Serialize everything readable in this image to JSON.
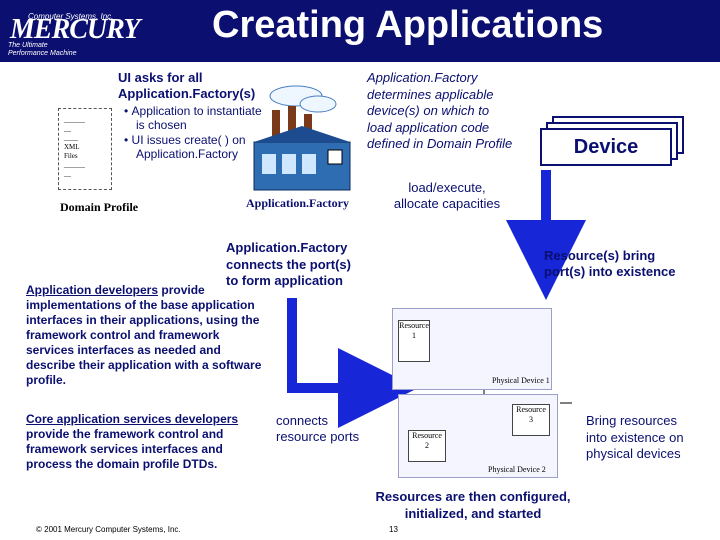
{
  "header": {
    "logo_company": "Computer Systems, Inc.",
    "logo_name": "MERCURY",
    "logo_tagline": "The Ultimate Performance Machine",
    "title": "Creating Applications"
  },
  "ui_text": {
    "line1": "UI asks for all",
    "line2": "Application.Factory(s)",
    "bullet1_line1": "Application to instantiate",
    "bullet1_line2": "is chosen",
    "bullet2_line1": "UI issues create( ) on",
    "bullet2_line2": "Application.Factory"
  },
  "domain_profile": {
    "doc_lines": [
      "______",
      "__",
      "____",
      "XML",
      "Files",
      "______",
      "__"
    ],
    "label": "Domain Profile"
  },
  "factory": {
    "label": "Application.Factory",
    "determines_lines": [
      "Application.Factory",
      "determines applicable",
      "device(s) on which to",
      "load application code",
      "defined in Domain Profile"
    ],
    "connects_lines": [
      "Application.Factory",
      "connects the port(s)",
      "to form application"
    ]
  },
  "device": {
    "label": "Device",
    "load_lines": [
      "load/execute,",
      "allocate capacities"
    ]
  },
  "resources_bring": [
    "Resource(s) bring",
    "port(s) into existence"
  ],
  "app_developers": {
    "lead": "Application developers",
    "lines": [
      "provide",
      "implementations of the base application",
      "interfaces in their applications, using the",
      "framework control and framework",
      "services interfaces as needed and",
      "describe their application with a software",
      "profile."
    ]
  },
  "core_developers": {
    "lead": "Core application services developers",
    "lines": [
      "provide the framework control and",
      "framework services interfaces and",
      "process the domain profile DTDs."
    ]
  },
  "connects_ports": [
    "connects",
    "resource ports"
  ],
  "physical": {
    "device1_label": "Physical Device 1",
    "device2_label": "Physical Device 2",
    "resource1": [
      "Resource",
      "1"
    ],
    "resource2": [
      "Resource",
      "2"
    ],
    "resource3": [
      "Resource",
      "3"
    ]
  },
  "bring_resources": [
    "Bring resources",
    "into existence on",
    "physical devices"
  ],
  "configured": [
    "Resources are then configured,",
    "initialized, and started"
  ],
  "footer": {
    "copyright": "© 2001 Mercury Computer Systems, Inc.",
    "page": "13"
  },
  "colors": {
    "header_bg": "#0a0f70",
    "accent_blue": "#0a0f70",
    "arrow_blue": "#1726d6"
  }
}
